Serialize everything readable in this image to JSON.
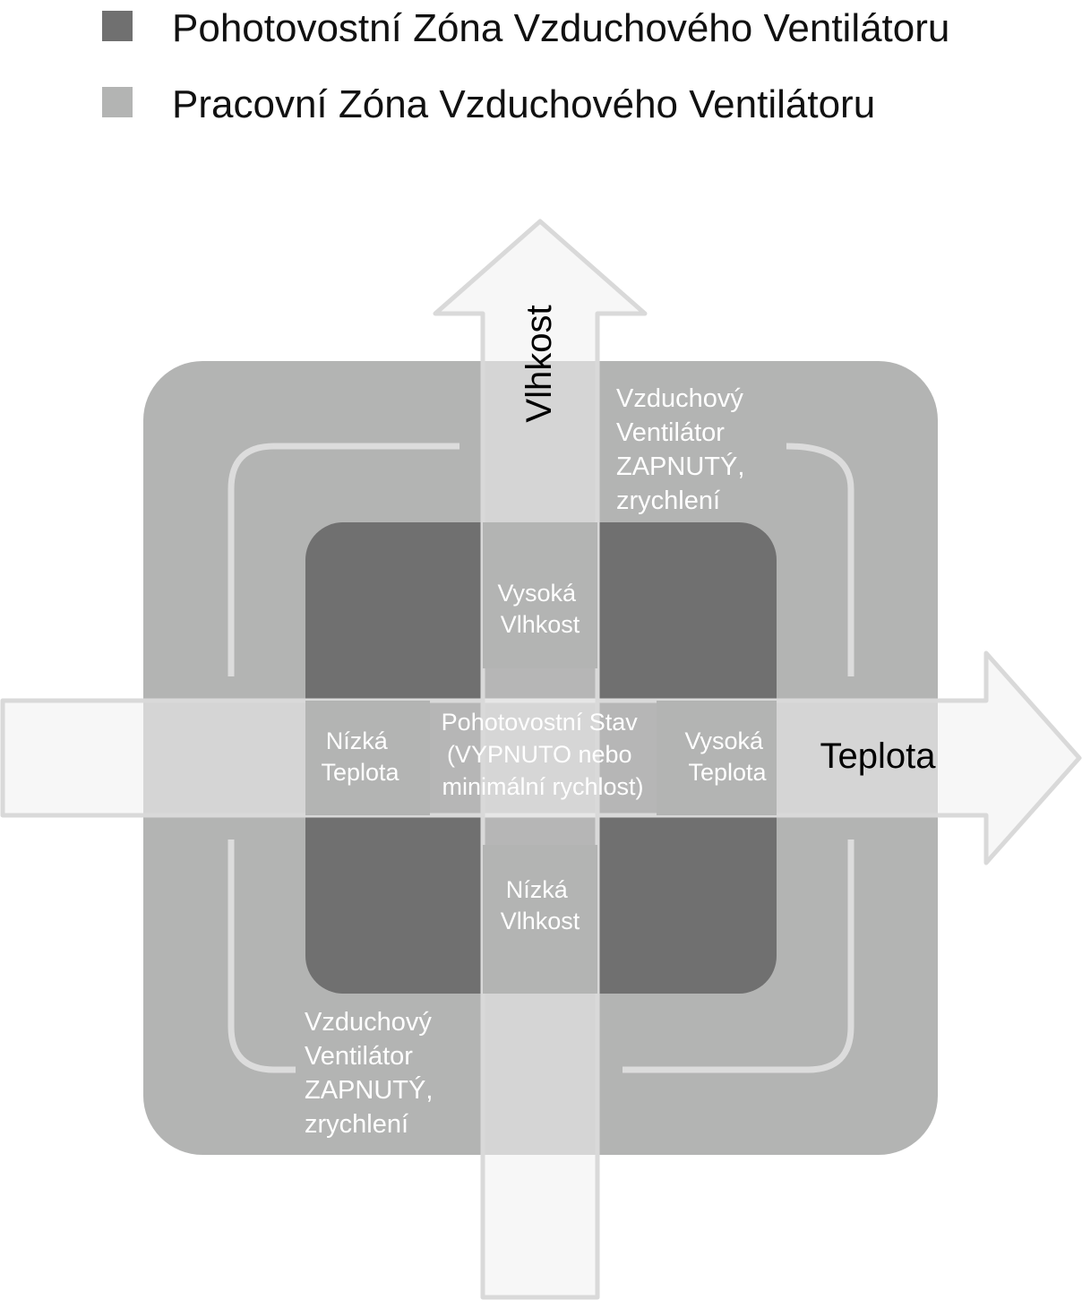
{
  "legend": [
    {
      "label": "Pohotovostní Zóna Vzduchového Ventilátoru",
      "color": "#707070"
    },
    {
      "label": "Pracovní Zóna Vzduchového Ventilátoru",
      "color": "#b3b4b3"
    }
  ],
  "axes": {
    "humidity": "Vlhkost",
    "temperature": "Teplota"
  },
  "zones": {
    "standby": [
      "Pohotovostní Stav",
      "(VYPNUTO nebo",
      "minimální rychlost)"
    ],
    "high_humidity": [
      "Vysoká",
      "Vlhkost"
    ],
    "low_humidity": [
      "Nízká",
      "Vlhkost"
    ],
    "low_temperature": [
      "Nízká",
      "Teplota"
    ],
    "high_temperature": [
      "Vysoká",
      "Teplota"
    ],
    "fan_on_top": [
      "Vzduchový",
      "Ventilátor",
      "ZAPNUTÝ,",
      "zrychlení"
    ],
    "fan_on_bottom": [
      "Vzduchový",
      "Ventilátor",
      "ZAPNUTÝ,",
      "zrychlení"
    ]
  },
  "colors": {
    "working_zone": "#b3b4b3",
    "standby_zone": "#707070",
    "arrow_fill": "#f0f0f0",
    "arrow_stroke": "#d9d9d9",
    "corner_lines": "#dcdcdc",
    "zone_text": "#ffffff",
    "axis_text": "#000000"
  }
}
